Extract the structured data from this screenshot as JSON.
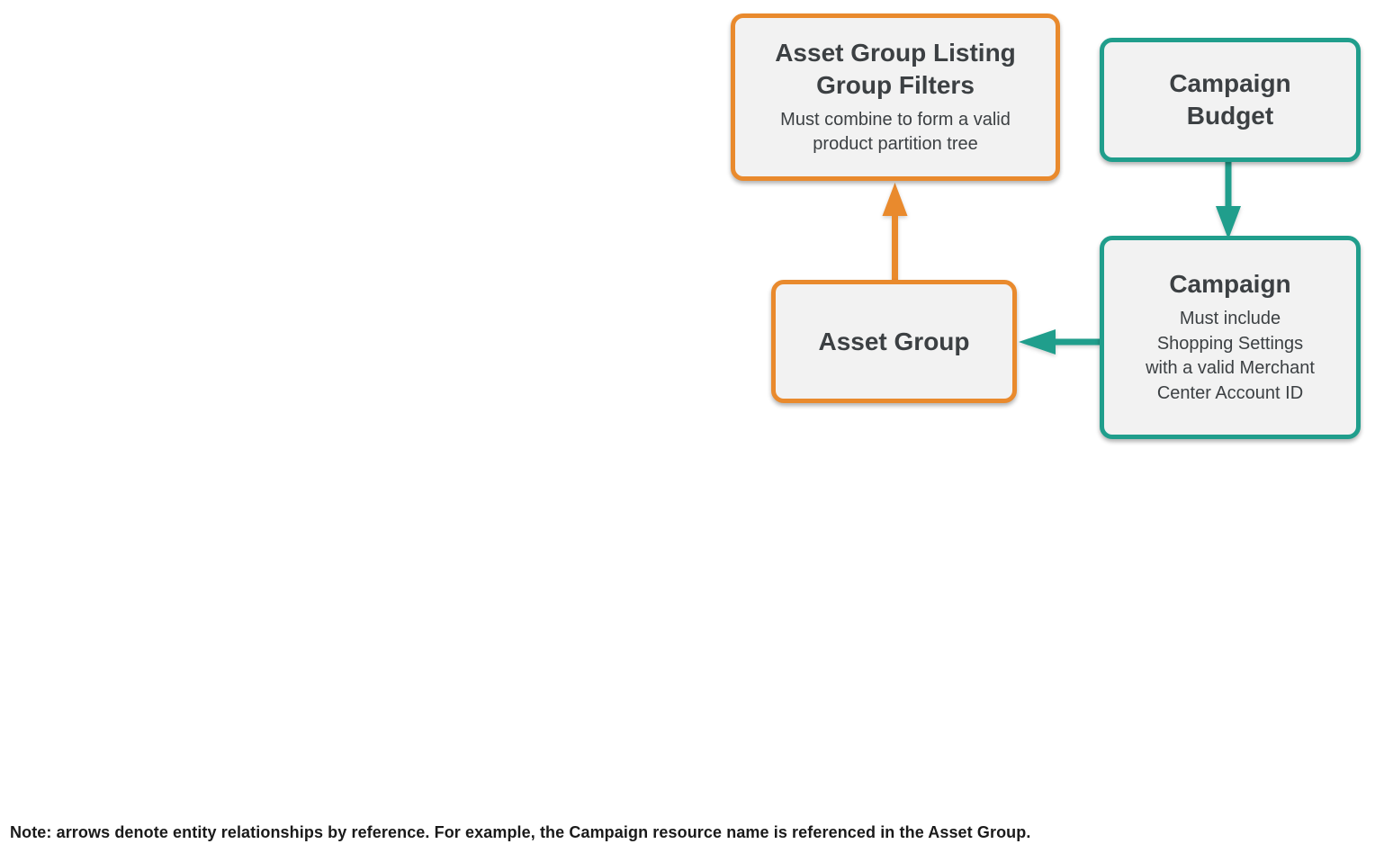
{
  "colors": {
    "orange": "#E98A2D",
    "teal": "#209E8C",
    "box_fill": "#F2F2F2",
    "text_dark": "#3C4043",
    "note_text": "#1A1A1A",
    "background": "#FFFFFF"
  },
  "nodes": {
    "listing_filters": {
      "title": "Asset Group Listing\nGroup Filters",
      "subtitle": "Must combine to form a valid\nproduct partition tree",
      "border_color": "orange"
    },
    "campaign_budget": {
      "title": "Campaign\nBudget",
      "border_color": "teal"
    },
    "asset_group": {
      "title": "Asset Group",
      "border_color": "orange"
    },
    "campaign": {
      "title": "Campaign",
      "subtitle": "Must include\nShopping Settings\nwith a valid Merchant\nCenter Account ID",
      "border_color": "teal"
    }
  },
  "edges": [
    {
      "from": "asset_group",
      "to": "listing_filters",
      "color": "orange",
      "direction": "up"
    },
    {
      "from": "campaign_budget",
      "to": "campaign",
      "color": "teal",
      "direction": "down"
    },
    {
      "from": "campaign",
      "to": "asset_group",
      "color": "teal",
      "direction": "left"
    }
  ],
  "note": "Note: arrows denote entity relationships by reference. For example, the Campaign resource name is referenced in the Asset Group."
}
